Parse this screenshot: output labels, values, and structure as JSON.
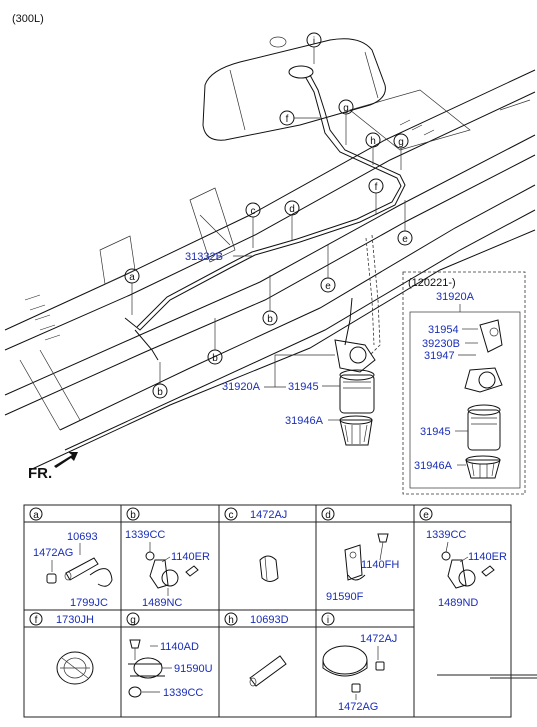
{
  "header": {
    "variant": "(300L)"
  },
  "callouts": {
    "a": "a",
    "b": "b",
    "c": "c",
    "d": "d",
    "e": "e",
    "f": "f",
    "g": "g",
    "h": "h",
    "i": "i"
  },
  "main_labels": {
    "hose_31332b": "31332B",
    "filter_assy": "31920A",
    "cartridge": "31945",
    "cup": "31946A",
    "front_marker": "FR."
  },
  "inset": {
    "title": "(120221-)",
    "assy": "31920A",
    "parts": [
      "31954",
      "39230B",
      "31947",
      "31945",
      "31946A"
    ]
  },
  "detail_panels": [
    {
      "key": "a",
      "parts": [
        "10693",
        "1472AG",
        "1799JC"
      ]
    },
    {
      "key": "b",
      "parts": [
        "1339CC",
        "1140ER",
        "1489NC"
      ]
    },
    {
      "key": "c",
      "parts": [
        "1472AJ"
      ]
    },
    {
      "key": "d",
      "parts": [
        "1140FH",
        "91590F"
      ]
    },
    {
      "key": "e",
      "parts": [
        "1339CC",
        "1140ER",
        "1489ND"
      ]
    },
    {
      "key": "f",
      "parts": [
        "1730JH"
      ]
    },
    {
      "key": "g",
      "parts": [
        "1140AD",
        "91590U",
        "1339CC"
      ]
    },
    {
      "key": "h",
      "parts": [
        "10693D"
      ]
    },
    {
      "key": "i",
      "parts": [
        "1472AJ",
        "1472AG"
      ]
    }
  ],
  "colors": {
    "part_label": "#1a2eb8",
    "line": "#111111"
  }
}
